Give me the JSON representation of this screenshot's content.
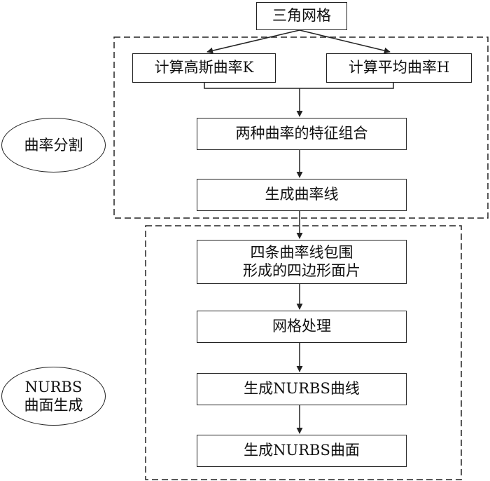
{
  "nodes": {
    "triangle_mesh": "三角网格",
    "gaussian_curvature": "计算高斯曲率K",
    "mean_curvature": "计算平均曲率H",
    "feature_combination": "两种曲率的特征组合",
    "generate_curvature_lines": "生成曲率线",
    "quad_patch_line1": "四条曲率线包围",
    "quad_patch_line2": "形成的四边形面片",
    "mesh_processing": "网格处理",
    "generate_nurbs_curves": "生成NURBS曲线",
    "generate_nurbs_surface": "生成NURBS曲面"
  },
  "groups": {
    "curvature_segmentation": "曲率分割",
    "nurbs_line1": "NURBS",
    "nurbs_line2": "曲面生成"
  }
}
